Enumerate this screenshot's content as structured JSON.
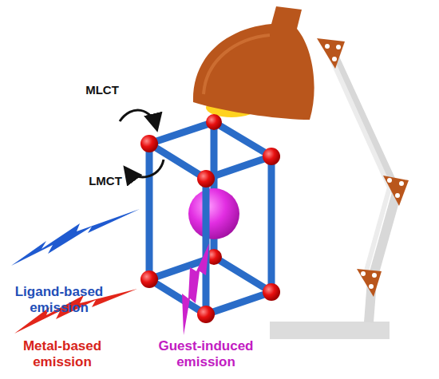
{
  "diagram": {
    "labels": [
      "MLCT",
      "LMCT",
      "Ligand-based emission",
      "Metal-based emission",
      "Guest-induced emission"
    ]
  }
}
